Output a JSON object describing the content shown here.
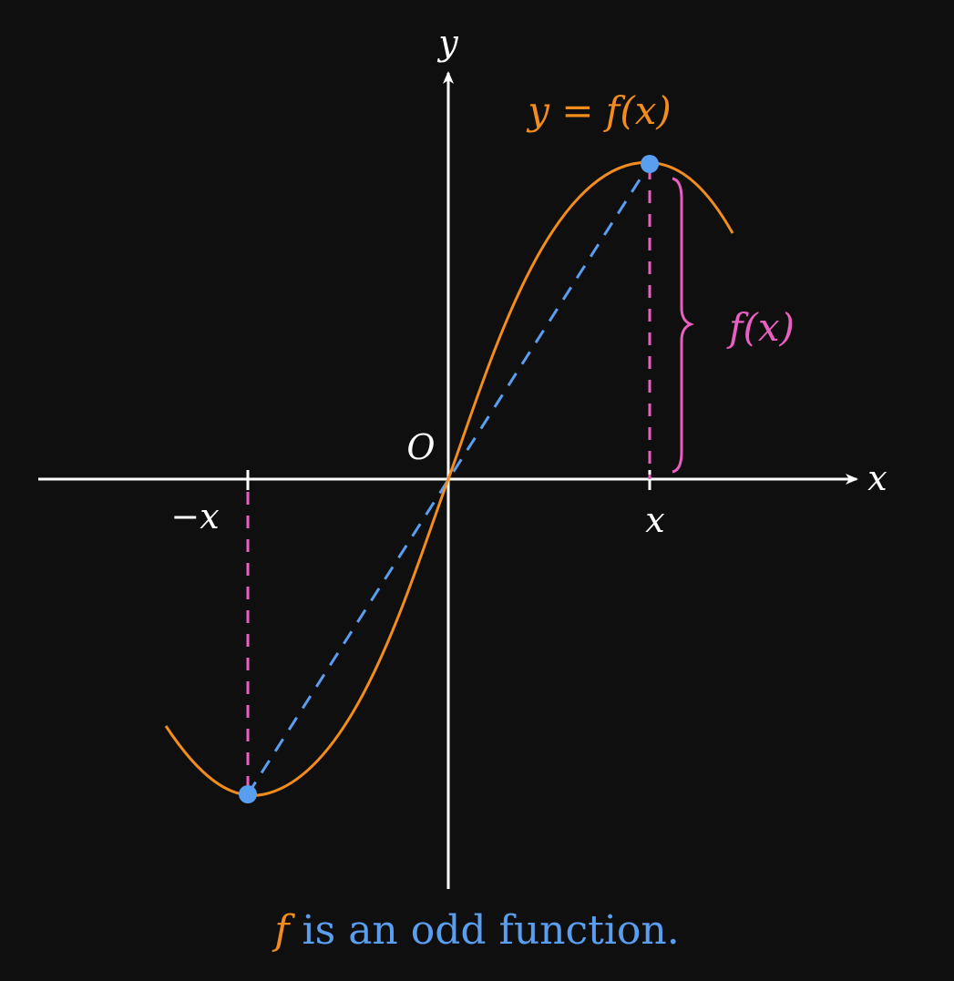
{
  "colors": {
    "background": "#0f0f10",
    "axes": "#ffffff",
    "curve": "#f28c1c",
    "secant": "#5a9ef0",
    "points": "#5a9ef0",
    "vertical_guides": "#e85fc0",
    "brace": "#e85fc0",
    "caption_f": "#f28c1c",
    "caption_text": "#5a9ef0"
  },
  "labels": {
    "y_axis": "y",
    "x_axis": "x",
    "origin": "O",
    "curve_label": "y = f(x)",
    "neg_x_tick": "−x",
    "pos_x_tick": "x",
    "brace_label": "f(x)"
  },
  "caption": {
    "f": "f",
    "rest": " is an odd function."
  },
  "icons": {
    "axis_arrows": "arrowhead-icon",
    "brace": "curly-brace-icon"
  }
}
